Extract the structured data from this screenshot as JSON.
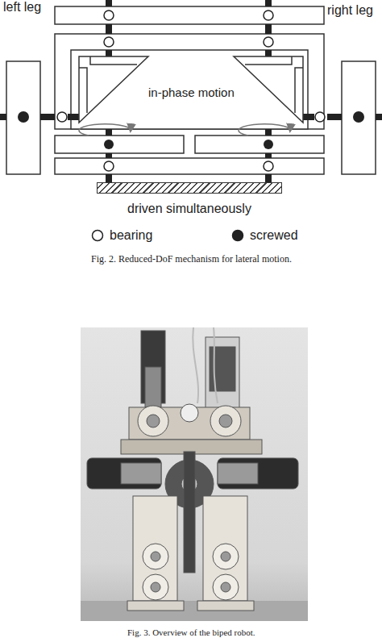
{
  "diagram": {
    "caption": "Fig. 2. Reduced-DoF mechanism for lateral motion.",
    "nodes": [
      {
        "text": [
          "driven simultaneously"
        ]
      }
    ],
    "labels": [
      "left leg",
      "right leg",
      "in-phase motion",
      "Fig. 3. Overview of the biped robot."
    ],
    "legend": [
      {
        "text": "bearing"
      },
      {
        "text": "screwed"
      }
    ]
  }
}
